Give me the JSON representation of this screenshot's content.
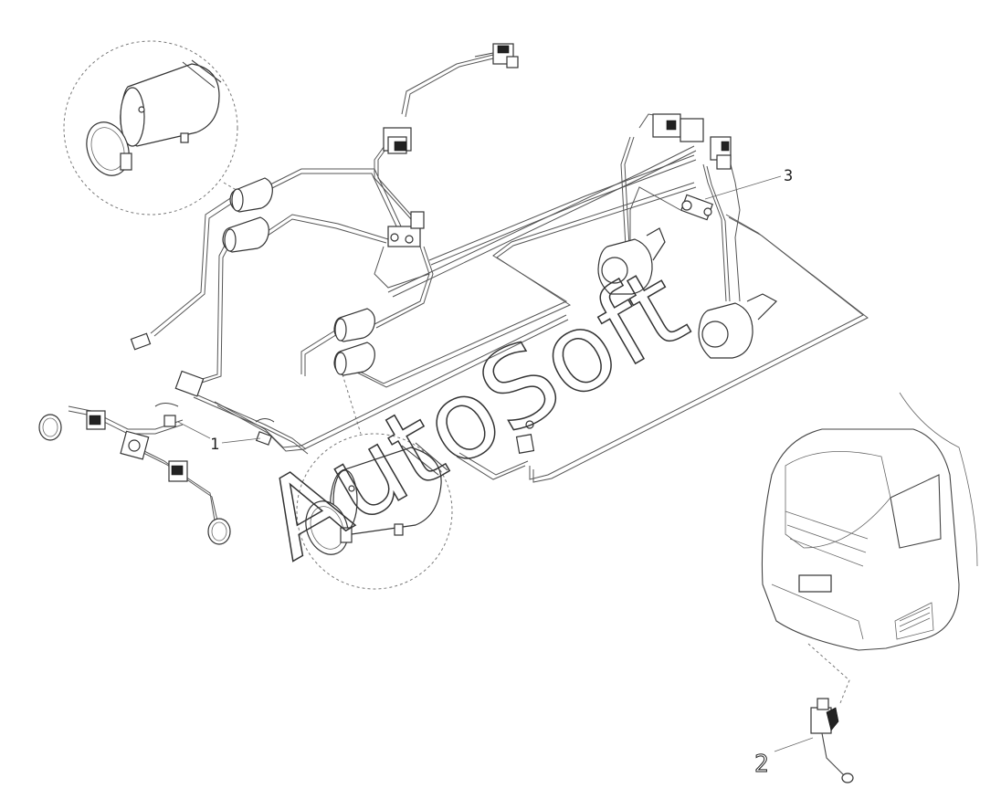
{
  "labels": {
    "callout_1": "1",
    "callout_2": "2",
    "callout_3": "3"
  },
  "watermark": "AutoSoft",
  "colors": {
    "line": "#444444",
    "background": "#ffffff"
  }
}
